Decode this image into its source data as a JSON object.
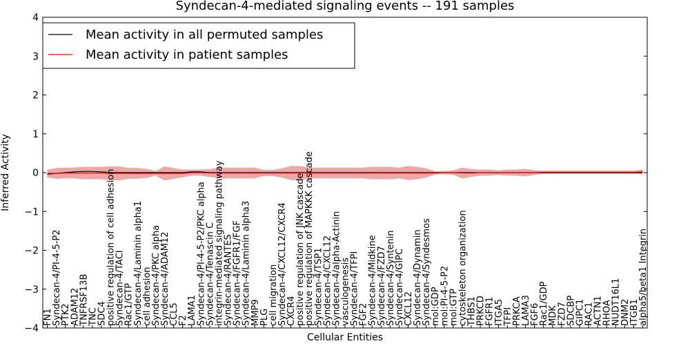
{
  "chart_data": {
    "type": "line",
    "title": "Syndecan-4-mediated signaling events -- 191 samples",
    "xlabel": "Cellular Entities",
    "ylabel": "Inferred Activity",
    "ylim": [
      -4,
      4
    ],
    "yticks": [
      -4,
      -3,
      -2,
      -1,
      0,
      1,
      2,
      3,
      4
    ],
    "legend_position": "top-left",
    "grid": false,
    "categories": [
      "FN1",
      "Syndecan-4/PI-4-5-P2",
      "PTK2",
      "ADAM12",
      "TNFRSF13B",
      "TNC",
      "SDC4",
      "positive regulation of cell adhesion",
      "Syndecan-4/TACI",
      "Rac1/GTP",
      "Syndecan-4/Laminin alpha1",
      "cell adhesion",
      "Syndecan-4/PKC alpha",
      "Syndecan-4/ADAM12",
      "CCL5",
      "F2",
      "LAMA1",
      "Syndecan-4/PI-4-5-P2/PKC alpha",
      "Syndecan-4/Tenascin C",
      "integrin-mediated signaling pathway",
      "Syndecan-4/RANTES",
      "Syndecan-4/FGFR1/FGF",
      "Syndecan-4/Laminin alpha3",
      "MMP9",
      "PLG",
      "cell migration",
      "Syndecan-4/CXCL12/CXCR4",
      "CXCR4",
      "positive regulation of JNK cascade",
      "positive regulation of MAPKKK cascade",
      "Syndecan-4/TSP1",
      "Syndecan-4/CXCL12",
      "Syndecan-4/alpha-Actinin",
      "vasculogenesis",
      "Syndecan-4/TFPI",
      "FGF2",
      "Syndecan-4/Midkine",
      "Syndecan-4/FZD7",
      "Syndecan-4/Syntenin",
      "Syndecan-4/GIPC",
      "CXCL12",
      "Syndecan-4/Dynamin",
      "Syndecan-4/Syndesmos",
      "mol:GDP",
      "mol:PI-4-5-P2",
      "mol:GTP",
      "cytoskeleton organization",
      "THBS1",
      "PRKCD",
      "FGFR1",
      "ITGA5",
      "TFPI",
      "PRKCA",
      "LAMA3",
      "FGF6",
      "Rac1/GDP",
      "MDK",
      "FZD7",
      "SDCBP",
      "GIPC1",
      "RAC1",
      "ACTN1",
      "RHOA",
      "NUDT16L1",
      "DNM2",
      "ITGB1",
      "alpha5/beta1 Integrin"
    ],
    "series": [
      {
        "name": "Mean activity in all permuted samples",
        "color": "#000000",
        "values": [
          -0.04,
          -0.02,
          0.0,
          0.02,
          0.03,
          0.03,
          0.02,
          0.0,
          0.0,
          0.0,
          0.0,
          0.0,
          0.0,
          0.0,
          0.0,
          0.0,
          0.02,
          0.02,
          0.0,
          0.0,
          0.0,
          0.0,
          0.0,
          0.0,
          0.0,
          0.0,
          0.0,
          0.0,
          0.0,
          0.0,
          0.0,
          0.0,
          0.0,
          0.0,
          0.0,
          0.0,
          0.0,
          0.0,
          0.0,
          0.0,
          0.0,
          0.0,
          0.0,
          0.0,
          0.0,
          0.0,
          0.0,
          0.0,
          0.0,
          0.0,
          0.0,
          0.0,
          0.0,
          0.0,
          0.0,
          0.0,
          0.0,
          0.0,
          0.0,
          0.0,
          0.0,
          0.0,
          0.0,
          0.0,
          0.0,
          0.0,
          0.0
        ],
        "band": 0.04
      },
      {
        "name": "Mean activity in patient samples",
        "color": "#ff0000",
        "values": [
          -0.02,
          -0.02,
          -0.01,
          -0.01,
          -0.01,
          -0.01,
          -0.01,
          -0.02,
          -0.02,
          -0.02,
          -0.02,
          -0.02,
          -0.02,
          -0.02,
          -0.02,
          -0.02,
          0.0,
          0.0,
          -0.01,
          -0.01,
          -0.01,
          -0.01,
          -0.01,
          -0.01,
          -0.01,
          -0.01,
          -0.01,
          -0.01,
          -0.01,
          -0.01,
          -0.01,
          -0.01,
          -0.01,
          -0.01,
          -0.01,
          -0.01,
          -0.01,
          -0.01,
          -0.01,
          -0.01,
          -0.01,
          -0.01,
          -0.01,
          -0.01,
          0.0,
          0.0,
          -0.01,
          -0.01,
          0.0,
          0.0,
          0.0,
          0.0,
          0.0,
          0.0,
          0.0,
          0.01,
          0.01,
          0.01,
          0.01,
          0.01,
          0.01,
          0.01,
          0.01,
          0.01,
          0.01,
          0.01,
          0.02
        ],
        "band": [
          0.1,
          0.14,
          0.14,
          0.14,
          0.16,
          0.16,
          0.16,
          0.18,
          0.18,
          0.14,
          0.14,
          0.12,
          0.06,
          0.18,
          0.14,
          0.1,
          0.08,
          0.08,
          0.1,
          0.14,
          0.14,
          0.14,
          0.14,
          0.14,
          0.08,
          0.08,
          0.12,
          0.18,
          0.18,
          0.14,
          0.14,
          0.14,
          0.14,
          0.14,
          0.14,
          0.14,
          0.16,
          0.16,
          0.16,
          0.14,
          0.18,
          0.16,
          0.12,
          0.04,
          0.04,
          0.06,
          0.14,
          0.1,
          0.08,
          0.08,
          0.06,
          0.08,
          0.08,
          0.1,
          0.06,
          0.04,
          0.04,
          0.04,
          0.04,
          0.04,
          0.04,
          0.04,
          0.04,
          0.04,
          0.04,
          0.04,
          0.06
        ]
      }
    ]
  }
}
